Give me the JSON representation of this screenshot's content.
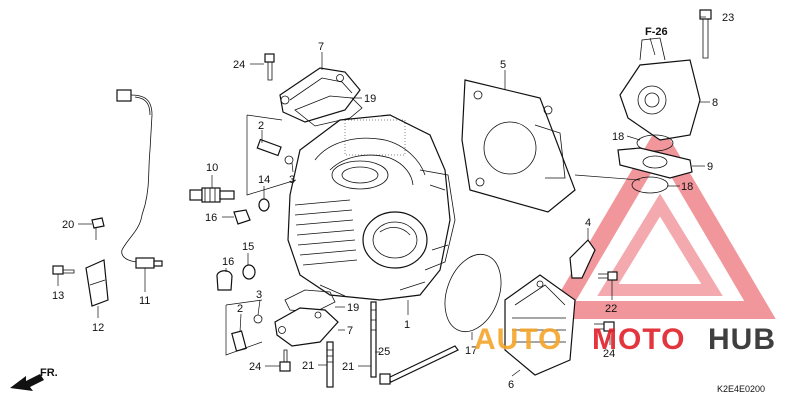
{
  "diagram": {
    "reference": "F-26",
    "diagram_code": "K2E4E0200",
    "direction_label": "FR."
  },
  "callouts": [
    {
      "id": "c23",
      "label": "23"
    },
    {
      "id": "c8",
      "label": "8"
    },
    {
      "id": "c7a",
      "label": "7"
    },
    {
      "id": "c24a",
      "label": "24"
    },
    {
      "id": "c19a",
      "label": "19"
    },
    {
      "id": "c5",
      "label": "5"
    },
    {
      "id": "c2a",
      "label": "2"
    },
    {
      "id": "c3a",
      "label": "3"
    },
    {
      "id": "c10",
      "label": "10"
    },
    {
      "id": "c14",
      "label": "14"
    },
    {
      "id": "c16a",
      "label": "16"
    },
    {
      "id": "c18a",
      "label": "18"
    },
    {
      "id": "c9",
      "label": "9"
    },
    {
      "id": "c18b",
      "label": "18"
    },
    {
      "id": "c20",
      "label": "20"
    },
    {
      "id": "c15",
      "label": "15"
    },
    {
      "id": "c16b",
      "label": "16"
    },
    {
      "id": "c4",
      "label": "4"
    },
    {
      "id": "c13",
      "label": "13"
    },
    {
      "id": "c11",
      "label": "11"
    },
    {
      "id": "c12",
      "label": "12"
    },
    {
      "id": "c3b",
      "label": "3"
    },
    {
      "id": "c19b",
      "label": "19"
    },
    {
      "id": "c2b",
      "label": "2"
    },
    {
      "id": "c7b",
      "label": "7"
    },
    {
      "id": "c1",
      "label": "1"
    },
    {
      "id": "c22",
      "label": "22"
    },
    {
      "id": "c17",
      "label": "17"
    },
    {
      "id": "c25",
      "label": "25"
    },
    {
      "id": "c24b",
      "label": "24"
    },
    {
      "id": "c21a",
      "label": "21"
    },
    {
      "id": "c21b",
      "label": "21"
    },
    {
      "id": "c24c",
      "label": "24"
    },
    {
      "id": "c6",
      "label": "6"
    }
  ],
  "watermark": {
    "word_part1": "AUTO",
    "word_part2": "MOTO",
    "word_part3": "HUB",
    "color_orange": "#f4a52a",
    "color_red": "#e0202a",
    "color_dark": "#2b2b2b"
  }
}
